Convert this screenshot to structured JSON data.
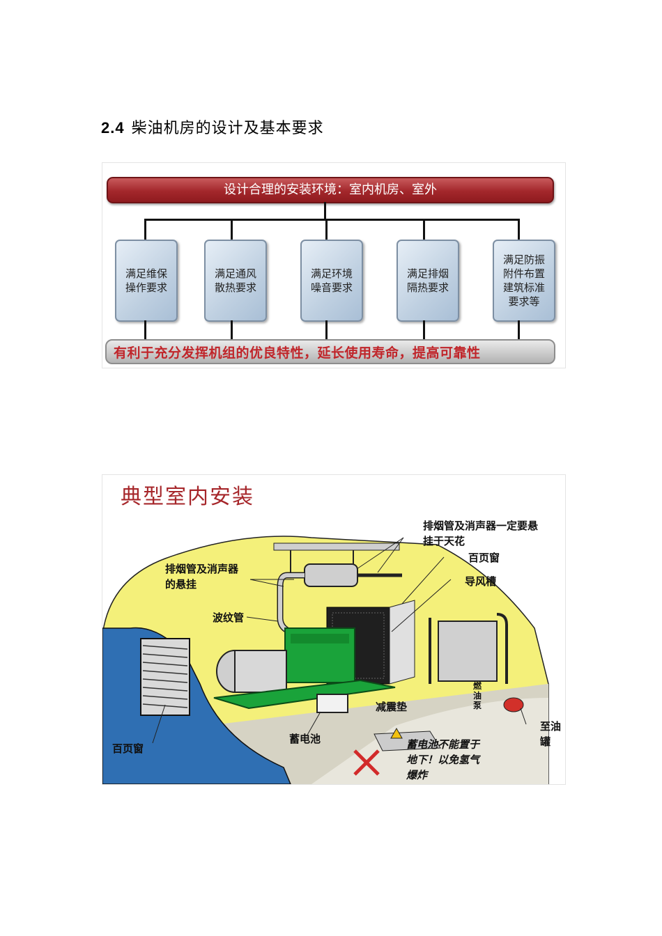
{
  "heading": {
    "number": "2.4",
    "text": "柴油机房的设计及基本要求"
  },
  "diagram1": {
    "banner": "设计合理的安装环境：室内机房、室外",
    "boxes": [
      "满足维保操作要求",
      "满足通风散热要求",
      "满足环境噪音要求",
      "满足排烟隔热要求",
      "满足防振附件布置建筑标准要求等"
    ],
    "footer": "有利于充分发挥机组的优良特性，延长使用寿命，提高可靠性"
  },
  "diagram2": {
    "title": "典型室内安装",
    "labels": {
      "exhaust_hanging_ceiling": "排烟管及消声器一定要悬挂于天花",
      "louver_top": "百页窗",
      "air_duct": "导风槽",
      "exhaust_hanging": "排烟管及消声器的悬挂",
      "bellows": "波纹管",
      "damping_pad": "减震垫",
      "battery": "蓄电池",
      "louver_left": "百页窗",
      "to_oil_tank": "至油罐",
      "fuel_pump": "燃油泵",
      "battery_warning": "蓄电池不能置于地下！以免氢气爆炸"
    }
  },
  "colors": {
    "banner_red": "#a3272b",
    "box_blue": "#bfd0e1",
    "footer_text": "#c0252a",
    "wall_yellow": "#f4f07a",
    "engine_green": "#1aa33a",
    "water_blue": "#2f6fb3"
  }
}
